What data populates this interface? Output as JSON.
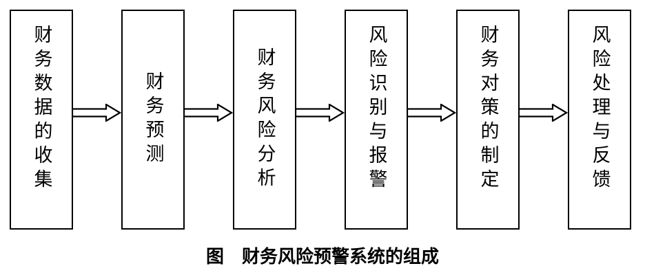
{
  "steps": [
    {
      "label": "财务数据的收集"
    },
    {
      "label": "财务预测"
    },
    {
      "label": "财务风险分析"
    },
    {
      "label": "风险识别与报警"
    },
    {
      "label": "财务对策的制定"
    },
    {
      "label": "风险处理与反馈"
    }
  ],
  "caption": "图　财务风险预警系统的组成",
  "colors": {
    "stroke": "#000000",
    "background": "#ffffff"
  }
}
